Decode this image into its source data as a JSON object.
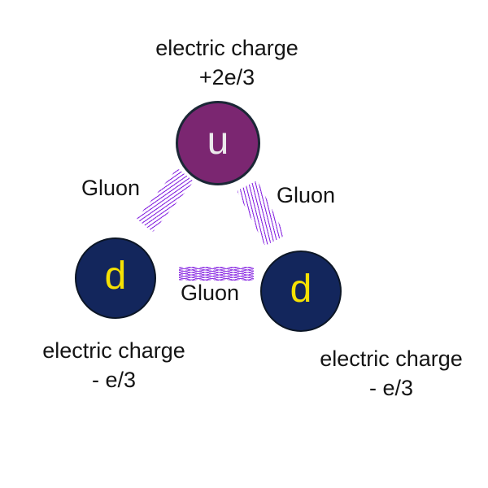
{
  "background_color": "#ffffff",
  "colors": {
    "hatch_purple": "#8a2be2",
    "up_quark_fill": "#7b2671",
    "up_quark_text": "#eceaec",
    "down_quark_fill": "#13265c",
    "down_quark_text": "#f5e103",
    "circle_outline": "#1b2736",
    "label_text": "#141414"
  },
  "up_quark": {
    "symbol": "u",
    "charge_label_line1": "electric charge",
    "charge_label_line2": "+2e/3"
  },
  "down_quark_left": {
    "symbol": "d",
    "charge_label_line1": "electric charge",
    "charge_label_line2": "- e/3"
  },
  "down_quark_right": {
    "symbol": "d",
    "charge_label_line1": "electric charge",
    "charge_label_line2": "- e/3"
  },
  "gluons": {
    "left_label": "Gluon",
    "right_label": "Gluon",
    "bottom_label": "Gluon"
  }
}
